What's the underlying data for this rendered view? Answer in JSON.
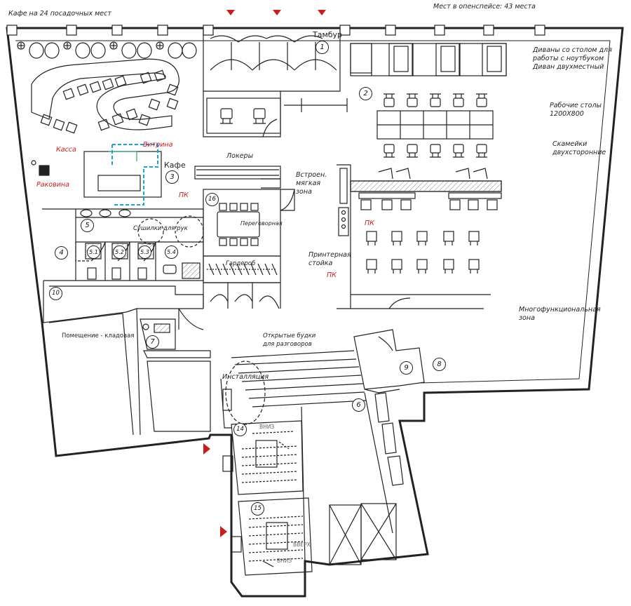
{
  "title": "Мест в опенспейсе: 43 места",
  "cafe_seats_label": "Кафе на 24 посадочных мест",
  "labels": {
    "tambur": "Тамбур",
    "cafe": "Кафе",
    "kassa": "Касса",
    "vitrina": "Витрина",
    "rakovina": "Раковина",
    "lockers": "Локеры",
    "builtin_soft_zone": [
      "Встроен.",
      "мягкая",
      "зона"
    ],
    "meeting_room": "Переговорная",
    "hand_dryers": "Сушилки для рук",
    "wardrobe": "Гардероб",
    "pk1": "ПК",
    "pk2": "ПК",
    "pk3": "ПК",
    "printer_stand": [
      "Принтерная",
      "стойка"
    ],
    "sofas_desc": [
      "Диваны со столом для",
      "работы с ноутбуком",
      "Диван двухместный"
    ],
    "desks_desc": [
      "Рабочие столы",
      "1200Х800"
    ],
    "benches_desc": [
      "Скамейки",
      "двухсторонние"
    ],
    "multizone": [
      "Многофункциональная",
      "зона"
    ],
    "storage": "Помещение - кладовая",
    "booths": [
      "Открытые будки",
      "для разговоров"
    ],
    "installation": "Инсталляция",
    "down1": "ВНИЗ",
    "up": "ВВЕРХ",
    "down2": "ВНИЗ"
  },
  "room_numbers": [
    "1",
    "2",
    "3",
    "4",
    "5",
    "5.1",
    "5.2",
    "5.3",
    "5.4",
    "6",
    "7",
    "8",
    "9",
    "10",
    "14",
    "15",
    "16"
  ],
  "colors": {
    "line": "#222222",
    "accent_red": "#c81e1e",
    "accent_blue": "#1aa3d9",
    "accent_green": "#33a36b"
  }
}
